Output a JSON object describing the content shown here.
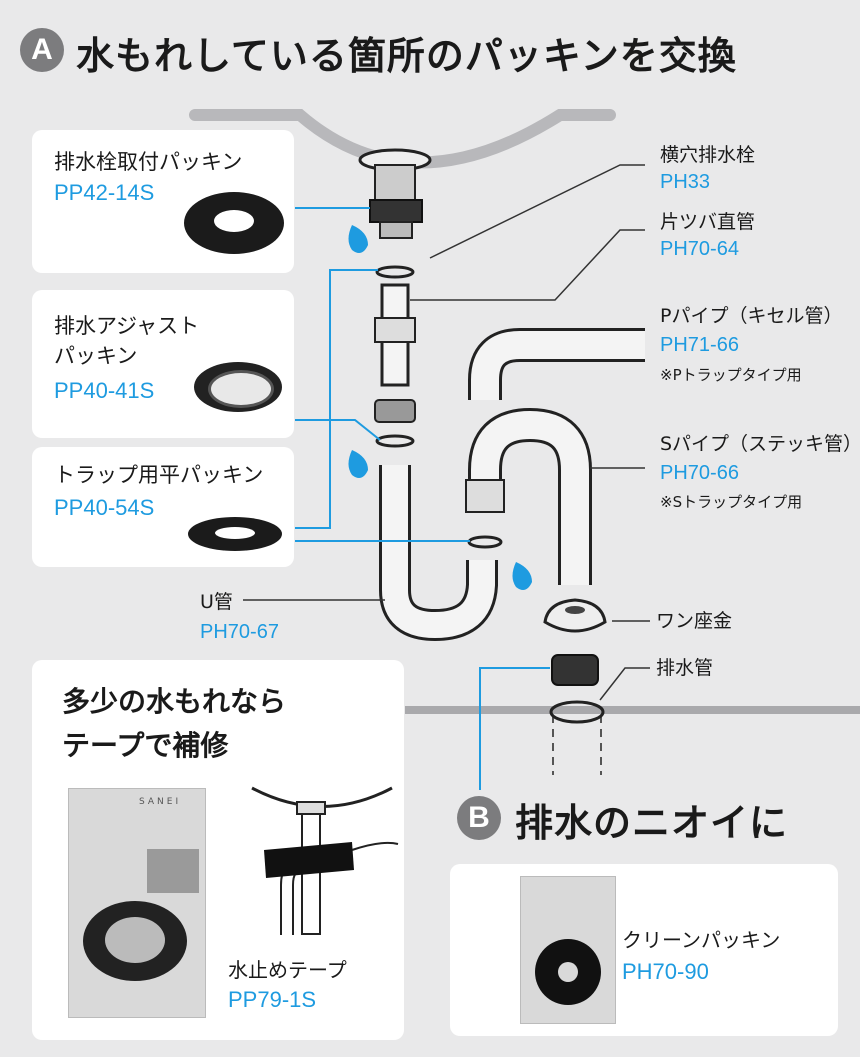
{
  "sectionA": {
    "badge": "A",
    "title": "水もれしている箇所のパッキンを交換"
  },
  "sectionB": {
    "badge": "B",
    "title": "排水のニオイに"
  },
  "packings": [
    {
      "name": "排水栓取付パッキン",
      "code": "PP42-14S"
    },
    {
      "name_line1": "排水アジャスト",
      "name_line2": "パッキン",
      "code": "PP40-41S"
    },
    {
      "name": "トラップ用平パッキン",
      "code": "PP40-54S"
    }
  ],
  "parts": {
    "drain_plug": {
      "name": "横穴排水栓",
      "code": "PH33"
    },
    "straight_pipe": {
      "name": "片ツバ直管",
      "code": "PH70-64"
    },
    "p_pipe": {
      "name": "Pパイプ（キセル管）",
      "code": "PH71-66",
      "note": "※Pトラップタイプ用"
    },
    "s_pipe": {
      "name": "Sパイプ（ステッキ管）",
      "code": "PH70-66",
      "note": "※Sトラップタイプ用"
    },
    "u_pipe": {
      "name": "U管",
      "code": "PH70-67"
    },
    "washer": {
      "name": "ワン座金"
    },
    "drain_pipe": {
      "name": "排水管"
    }
  },
  "tape": {
    "headline_line1": "多少の水もれなら",
    "headline_line2": "テープで補修",
    "name": "水止めテープ",
    "code": "PP79-1S",
    "package_text": "SANEI"
  },
  "clean": {
    "name": "クリーンパッキン",
    "code": "PH70-90"
  },
  "colors": {
    "accent": "#1e9be0",
    "badge": "#7c7c7e",
    "background": "#e9e9ea"
  }
}
